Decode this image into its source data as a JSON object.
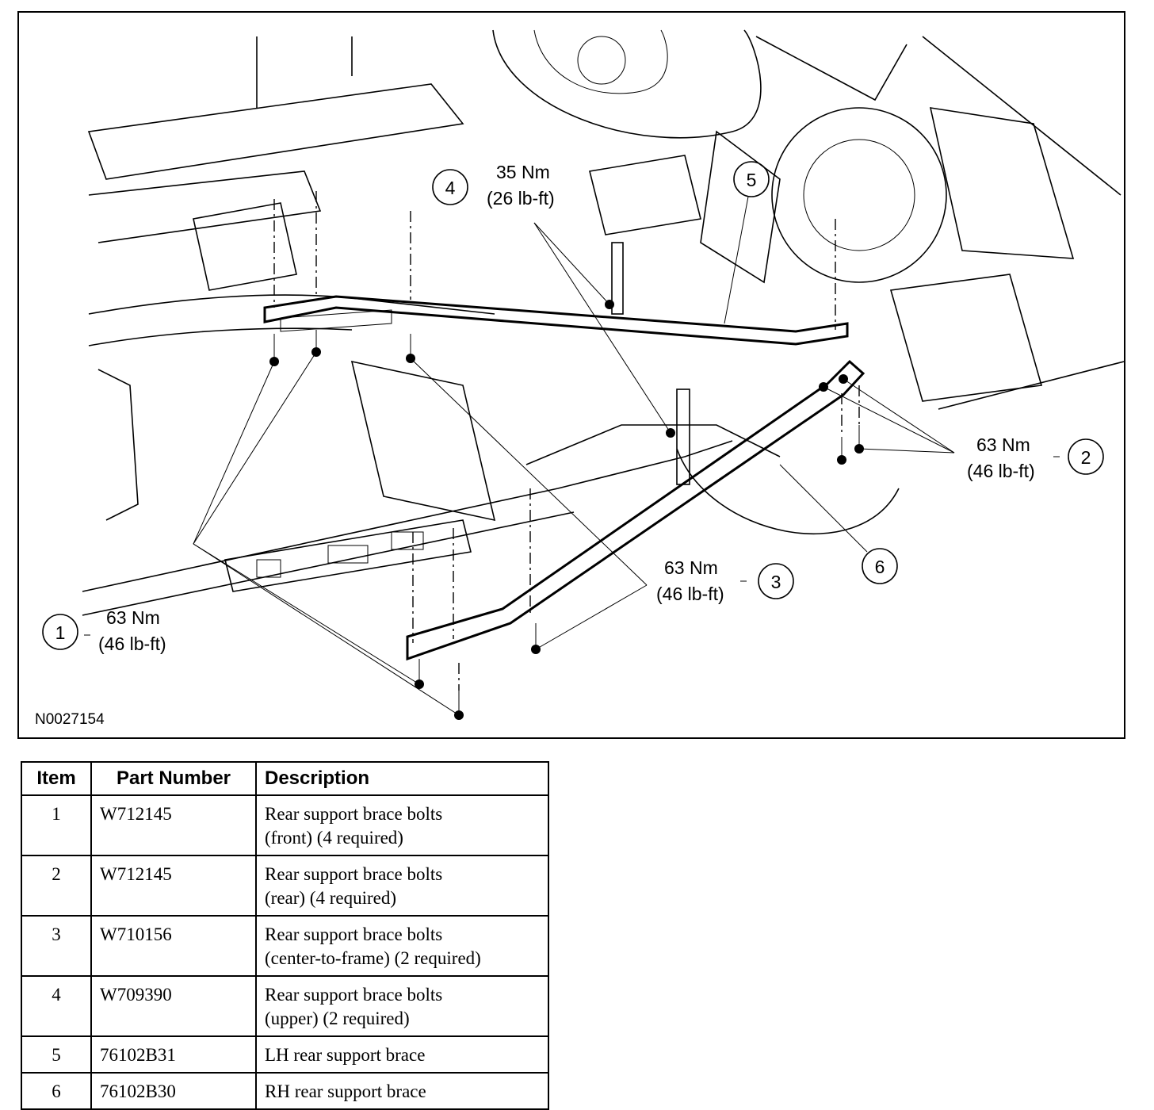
{
  "figure": {
    "id_code": "N0027154",
    "callouts": [
      {
        "num": "1",
        "torque_nm": "63 Nm",
        "torque_lbft": "(46 lb-ft)"
      },
      {
        "num": "2",
        "torque_nm": "63 Nm",
        "torque_lbft": "(46 lb-ft)"
      },
      {
        "num": "3",
        "torque_nm": "63 Nm",
        "torque_lbft": "(46 lb-ft)"
      },
      {
        "num": "4",
        "torque_nm": "35 Nm",
        "torque_lbft": "(26 lb-ft)"
      },
      {
        "num": "5"
      },
      {
        "num": "6"
      }
    ]
  },
  "table": {
    "headers": {
      "item": "Item",
      "part_number": "Part Number",
      "description": "Description"
    },
    "rows": [
      {
        "item": "1",
        "part_number": "W712145",
        "desc_line1": "Rear support brace bolts",
        "desc_line2": "(front) (4 required)"
      },
      {
        "item": "2",
        "part_number": "W712145",
        "desc_line1": "Rear support brace bolts",
        "desc_line2": "(rear) (4 required)"
      },
      {
        "item": "3",
        "part_number": "W710156",
        "desc_line1": "Rear support brace bolts",
        "desc_line2": "(center-to-frame) (2 required)"
      },
      {
        "item": "4",
        "part_number": "W709390",
        "desc_line1": "Rear support brace bolts",
        "desc_line2": "(upper) (2 required)"
      },
      {
        "item": "5",
        "part_number": "76102B31",
        "desc_line1": "LH rear support brace",
        "desc_line2": ""
      },
      {
        "item": "6",
        "part_number": "76102B30",
        "desc_line1": "RH rear support brace",
        "desc_line2": ""
      }
    ]
  }
}
